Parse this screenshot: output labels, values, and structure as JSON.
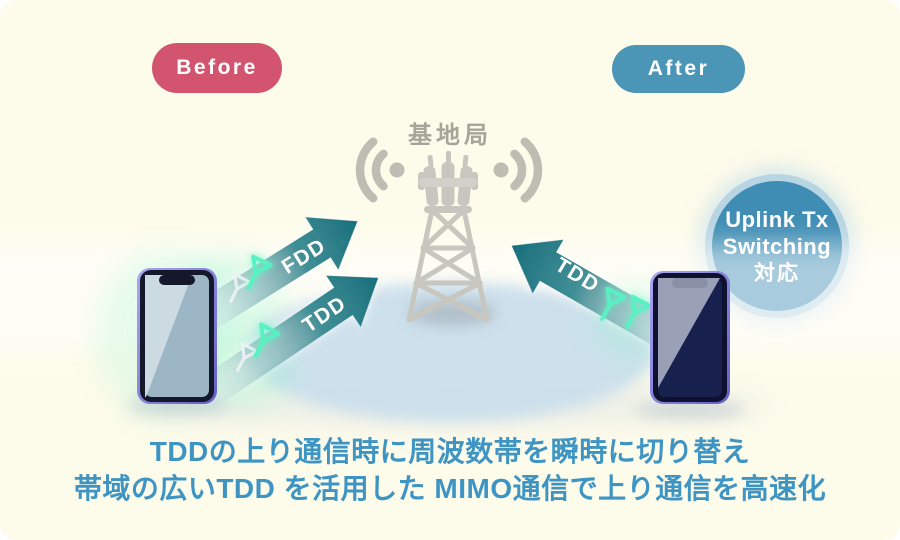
{
  "badges": {
    "before": "Before",
    "after": "After"
  },
  "base_station": {
    "label": "基地局"
  },
  "arrows": {
    "fdd_left": "FDD",
    "tdd_left": "TDD",
    "tdd_right": "TDD"
  },
  "uplink_badge": {
    "line1": "Uplink Tx",
    "line2": "Switching",
    "line3": "対応"
  },
  "caption": {
    "line1": "TDDの上り通信時に周波数帯を瞬時に切り替え",
    "line2": "帯域の広いTDD を活用した MIMO通信で上り通信を高速化"
  },
  "colors": {
    "card_background": "#FDFBEA",
    "before_badge": "#D2546F",
    "after_badge": "#4B95B7",
    "uplink_badge": "#3F8DB4",
    "arrow_teal": "#1F7D88",
    "antenna_green": "#59F2C2",
    "caption_text": "#3E95C3",
    "ground_ellipse": "#CBDFEC",
    "tower_gray": "#C8C7BF"
  }
}
